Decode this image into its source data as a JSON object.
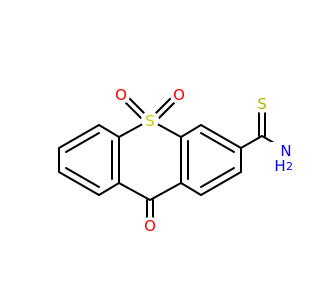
{
  "colors": {
    "background": "#ffffff",
    "bond": "#000000",
    "oxygen": "#ff0000",
    "sulfur": "#cccc00",
    "nitrogen": "#0000ff",
    "thio_sulfur": "#b2b200"
  },
  "atoms": {
    "sulfone_s": "S",
    "sulfone_o_left": "O",
    "sulfone_o_right": "O",
    "ketone_o": "O",
    "thioamide_s": "S",
    "amide_n": "N",
    "amide_h": "H",
    "amide_h_count": "2"
  }
}
